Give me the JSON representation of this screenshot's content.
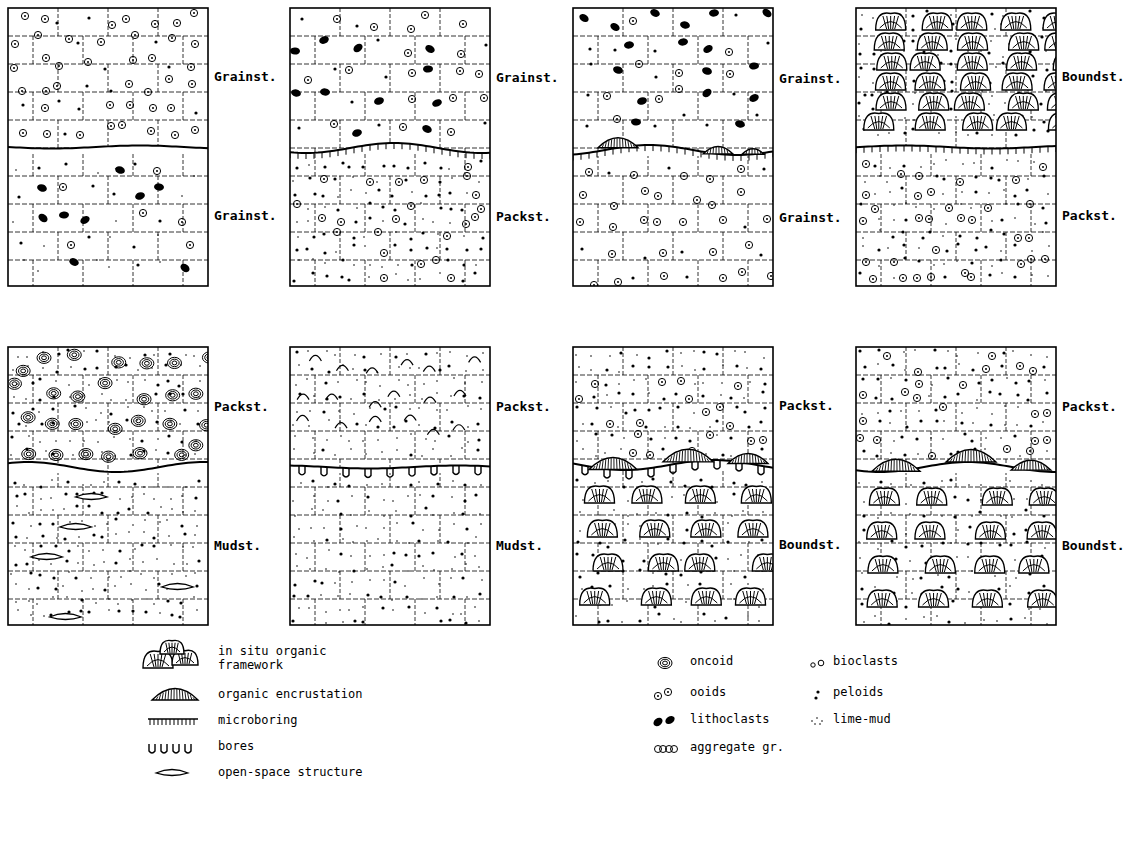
{
  "diagram": {
    "labels": [
      "Grainst.",
      "Grainst.",
      "Grainst.",
      "Packst.",
      "Grainst.",
      "Grainst.",
      "Boundst.",
      "Packst.",
      "Packst.",
      "Mudst.",
      "Packst.",
      "Mudst.",
      "Packst.",
      "Boundst.",
      "Packst.",
      "Boundst."
    ],
    "legend": [
      {
        "text": "in situ organic framework"
      },
      {
        "text": "organic encrustation"
      },
      {
        "text": "microboring"
      },
      {
        "text": "bores"
      },
      {
        "text": "open-space structure"
      },
      {
        "text": "oncoid"
      },
      {
        "text": "ooids"
      },
      {
        "text": "lithoclasts"
      },
      {
        "text": "aggregate gr."
      },
      {
        "text": "bioclasts"
      },
      {
        "text": "peloids"
      },
      {
        "text": "lime-mud"
      }
    ]
  }
}
